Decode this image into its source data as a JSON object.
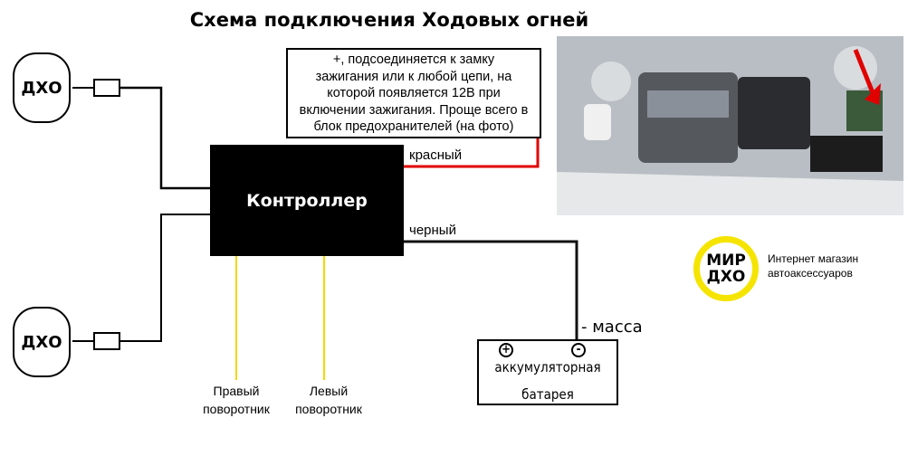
{
  "title": "Схема подключения Ходовых огней",
  "drl_top": "ДХО",
  "drl_bottom": "ДХО",
  "controller": "Контроллер",
  "note_lines": [
    "+, подсоединяется к замку",
    "зажигания или к любой цепи, на",
    "которой появляется 12В при",
    "включении зажигания. Проще всего в",
    "блок предохранителей (на фото)"
  ],
  "wire_red": "красный",
  "wire_black": "черный",
  "ground": "- масса",
  "battery": {
    "plus": "+",
    "minus": "-",
    "line1": "аккумуляторная",
    "line2": "батарея"
  },
  "turn_right": [
    "Правый",
    "поворотник"
  ],
  "turn_left": [
    "Левый",
    "поворотник"
  ],
  "logo": {
    "line1": "МИР",
    "line2": "ДХО"
  },
  "shop": [
    "Интернет магазин",
    "автоаксессуаров"
  ],
  "colors": {
    "red_wire": "#e00000",
    "yellow_wire": "#f5d800",
    "logo_ring": "#f5e400"
  }
}
